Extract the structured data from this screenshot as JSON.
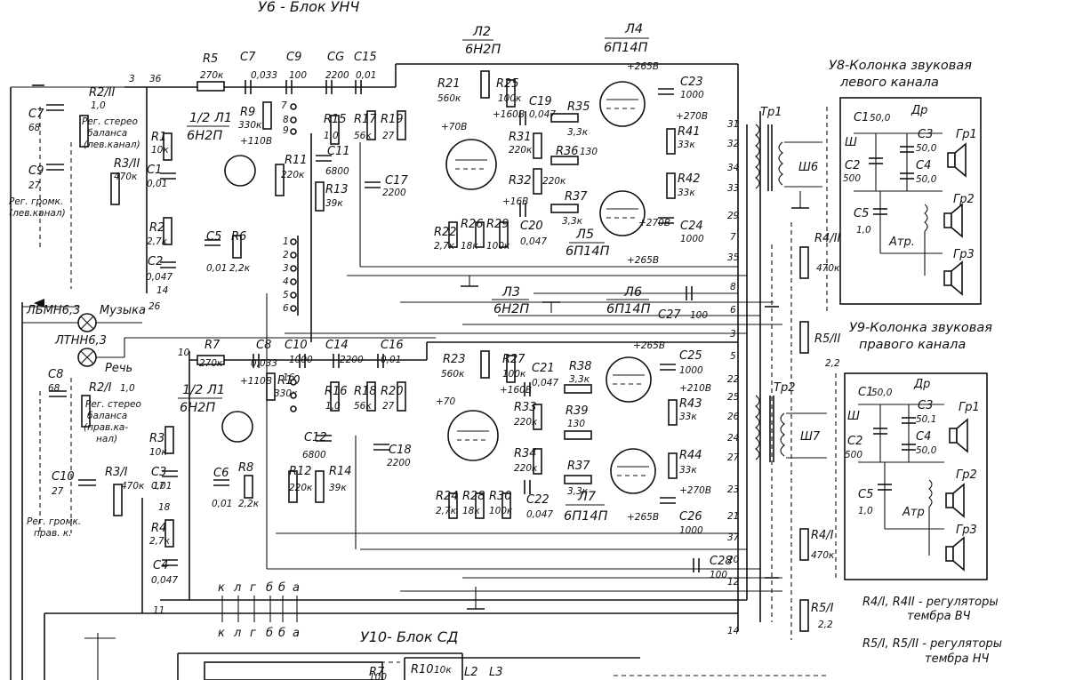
{
  "blocks": {
    "u6": "У6 - Блок УНЧ",
    "u8_l1": "У8-Колонка звуковая",
    "u8_l2": "левого канала",
    "u9_l1": "У9-Колонка звуковая",
    "u9_l2": "правого канала",
    "u10": "У10- Блок СД"
  },
  "notes": {
    "hf_l1": "R4/I, R4II - регуляторы",
    "hf_l2": "тембра ВЧ",
    "lf_l1": "R5/I, R5/II - регуляторы",
    "lf_l2": "тембра НЧ"
  },
  "lamps": {
    "music": "Музыка",
    "speech": "Речь",
    "lamp1": "ЛБМН6,3",
    "lamp2": "ЛТНН6,3"
  },
  "tubes": {
    "l2": "Л2",
    "l2t": "6Н2П",
    "l4": "Л4",
    "l4t": "6П14П",
    "l3": "Л3",
    "l3t": "6Н2П",
    "l6": "Л6",
    "l6t": "6П14П",
    "l5": "Л5",
    "l5t": "6П14П",
    "l7": "Л7",
    "l7t": "6П14П",
    "l1a": "1/2 Л1",
    "l1at": "6Н2П",
    "l1b": "1/2 Л1",
    "l1bt": "6Н2П"
  },
  "controls": {
    "bal_l_1": "Рег. стерео",
    "bal_l_2": "баланса",
    "bal_l_3": "(лев.канал)",
    "vol_l_1": "Рег. громк.",
    "vol_l_2": "(лев.канал)",
    "bal_r_1": "Рег. стерео",
    "bal_r_2": "баланса",
    "bal_r_3": "(прав.ка-",
    "bal_r_4": "нал)",
    "vol_r_1": "Рег. громк.",
    "vol_r_2": "прав. к."
  },
  "components": {
    "r5": "R5",
    "r5v": "270к",
    "c7": "C7",
    "c7v": "0,033",
    "c9": "C9",
    "c9v": "100",
    "cg": "CG",
    "cgv": "2200",
    "c15": "C15",
    "c15v": "0,01",
    "r21": "R21",
    "r21v": "560к",
    "r25": "R25",
    "r25v": "100к",
    "c19": "C19",
    "c19v": "0,047",
    "r35": "R35",
    "r35v": "3,3к",
    "r36": "R36",
    "r36v": "130",
    "r37": "R37",
    "r37v": "3,3к",
    "r31": "R31",
    "r31v": "220к",
    "r32": "R32",
    "r32v": "220к",
    "c23": "C23",
    "c23v": "1000",
    "r41": "R41",
    "r41v": "33к",
    "r42": "R42",
    "r42v": "33к",
    "c24": "C24",
    "c24v": "1000",
    "c20": "C20",
    "c20v": "0,047",
    "r22": "R22",
    "r22v": "2,7к",
    "r26": "R26",
    "r26v": "18к",
    "r29": "R29",
    "r29v": "100к",
    "r1": "R1",
    "r1v": "10к",
    "c1": "C1",
    "c1v": "0,01",
    "r2": "R2",
    "r2v": "2,7к",
    "c2": "C2",
    "c2v": "0,047",
    "r9": "R9",
    "r9v": "330к",
    "r11": "R11",
    "r11v": "220к",
    "c11": "C11",
    "c11v": "6800",
    "r13": "R13",
    "r13v": "39к",
    "r15": "R15",
    "r15v": "1,0",
    "r17": "R17",
    "r17v": "56к",
    "r19": "R19",
    "r19v": "27",
    "c17": "C17",
    "c17v": "2200",
    "c5": "C5",
    "c5v": "0,01",
    "r6": "R6",
    "r6v": "2,2к",
    "c7l": "C7",
    "c7lv": "68",
    "c9l": "C9",
    "c9lv": "27",
    "r2ii": "R2/II",
    "r2iiv": "1,0",
    "r3ii": "R3/II",
    "r3iiv": "470к",
    "r7": "R7",
    "r7v": "270к",
    "c8": "C8",
    "c8v": "0,033",
    "c10": "C10",
    "c10v": "1000",
    "c14": "C14",
    "c14v": "2200",
    "c16": "C16",
    "c16v": "0,01",
    "r10": "R10",
    "r10v": "330к",
    "r16": "R16",
    "r16v": "1,0",
    "r18": "R18",
    "r18v": "56к",
    "r20": "R20",
    "r20v": "27",
    "c18": "C18",
    "c18v": "2200",
    "c12": "C12",
    "c12v": "6800",
    "r12": "R12",
    "r12v": "220к",
    "r14": "R14",
    "r14v": "39к",
    "r3": "R3",
    "r3v": "10к",
    "c3": "C3",
    "c3v": "0,01",
    "r4": "R4",
    "r4v": "2,7к",
    "c4": "C4",
    "c4v": "0,047",
    "c6": "C6",
    "c6v": "0,01",
    "r8": "R8",
    "r8v": "2,2к",
    "c8l": "C8",
    "c8lv": "68",
    "c10l": "C10",
    "c10lv": "27",
    "r2i": "R2/I",
    "r2iv": "1,0",
    "r3i": "R3/I",
    "r3iv": "470к",
    "r23": "R23",
    "r23v": "560к",
    "r27": "R27",
    "r27v": "100к",
    "c21": "C21",
    "c21v": "0,047",
    "r38": "R38",
    "r38v": "3,3к",
    "r39": "R39",
    "r39v": "130",
    "r37b": "R37",
    "r37bv": "3,3к",
    "r33": "R33",
    "r33v": "220к",
    "r34": "R34",
    "r34v": "220к",
    "c25": "C25",
    "c25v": "1000",
    "r43": "R43",
    "r43v": "33к",
    "r44": "R44",
    "r44v": "33к",
    "c26": "C26",
    "c26v": "1000",
    "c22": "C22",
    "c22v": "0,047",
    "r24": "R24",
    "r24v": "2,7к",
    "r28": "R28",
    "r28v": "18к",
    "r30": "R30",
    "r30v": "100к",
    "c27": "C27",
    "c27v": "100",
    "c28": "C28",
    "c28v": "100",
    "tr1": "Тр1",
    "tr2": "Тр2",
    "sh6": "Ш6",
    "sh7": "Ш7",
    "r4ii": "R4/II",
    "r4iiv": "470к",
    "r5ii": "R5/II",
    "r5iiv": "2,2",
    "r4i": "R4/I",
    "r4iv": "470к",
    "r5i": "R5/I",
    "r5iv": "2,2",
    "c1s": "C1",
    "c1sv": "50,0",
    "dr": "Др",
    "c3s": "C3",
    "c3sv": "50,0",
    "c4s": "C4",
    "c4sv": "50,0",
    "c2s": "C2",
    "c2sv": "500",
    "c5s": "C5",
    "c5sv": "1,0",
    "atr": "Атр.",
    "gr1": "Гр1",
    "gr2": "Гр2",
    "gr3": "Гр3",
    "sh": "Ш",
    "c1r": "C1",
    "c1rv": "50,0",
    "c3r": "C3",
    "c3rv": "50,1",
    "c4r": "C4",
    "c4rv": "50,0",
    "c2r": "C2",
    "c2rv": "500",
    "c5r": "C5",
    "c5rv": "1,0",
    "atr2": "Атр",
    "r7b": "R7",
    "r7bv": "100",
    "r10b": "R10",
    "r10bv": "10к",
    "l2b": "L2",
    "l3b": "L3"
  },
  "voltages": {
    "v265a": "+265В",
    "v265b": "+265В",
    "v270a": "+270В",
    "v270b": "+270В",
    "v70a": "+70В",
    "v70b": "+70",
    "v160a": "+160В",
    "v160b": "+160В",
    "v110a": "+110В",
    "v110b": "+110В",
    "v16": "+16В",
    "v210": "+210В",
    "v265c": "+265В",
    "v265d": "+265В",
    "v270c": "+270В"
  },
  "pins": [
    "3",
    "36",
    "26",
    "10",
    "9",
    "8",
    "7",
    "1",
    "2",
    "3",
    "4",
    "5",
    "6",
    "17",
    "18",
    "11",
    "14",
    "31",
    "32",
    "34",
    "33",
    "29",
    "7",
    "35",
    "8",
    "6",
    "3",
    "5",
    "22",
    "25",
    "26",
    "24",
    "27",
    "23",
    "21",
    "37",
    "20",
    "12",
    "14",
    "16"
  ],
  "bus_letters": [
    "к",
    "л",
    "г",
    "б",
    "б",
    "а"
  ]
}
